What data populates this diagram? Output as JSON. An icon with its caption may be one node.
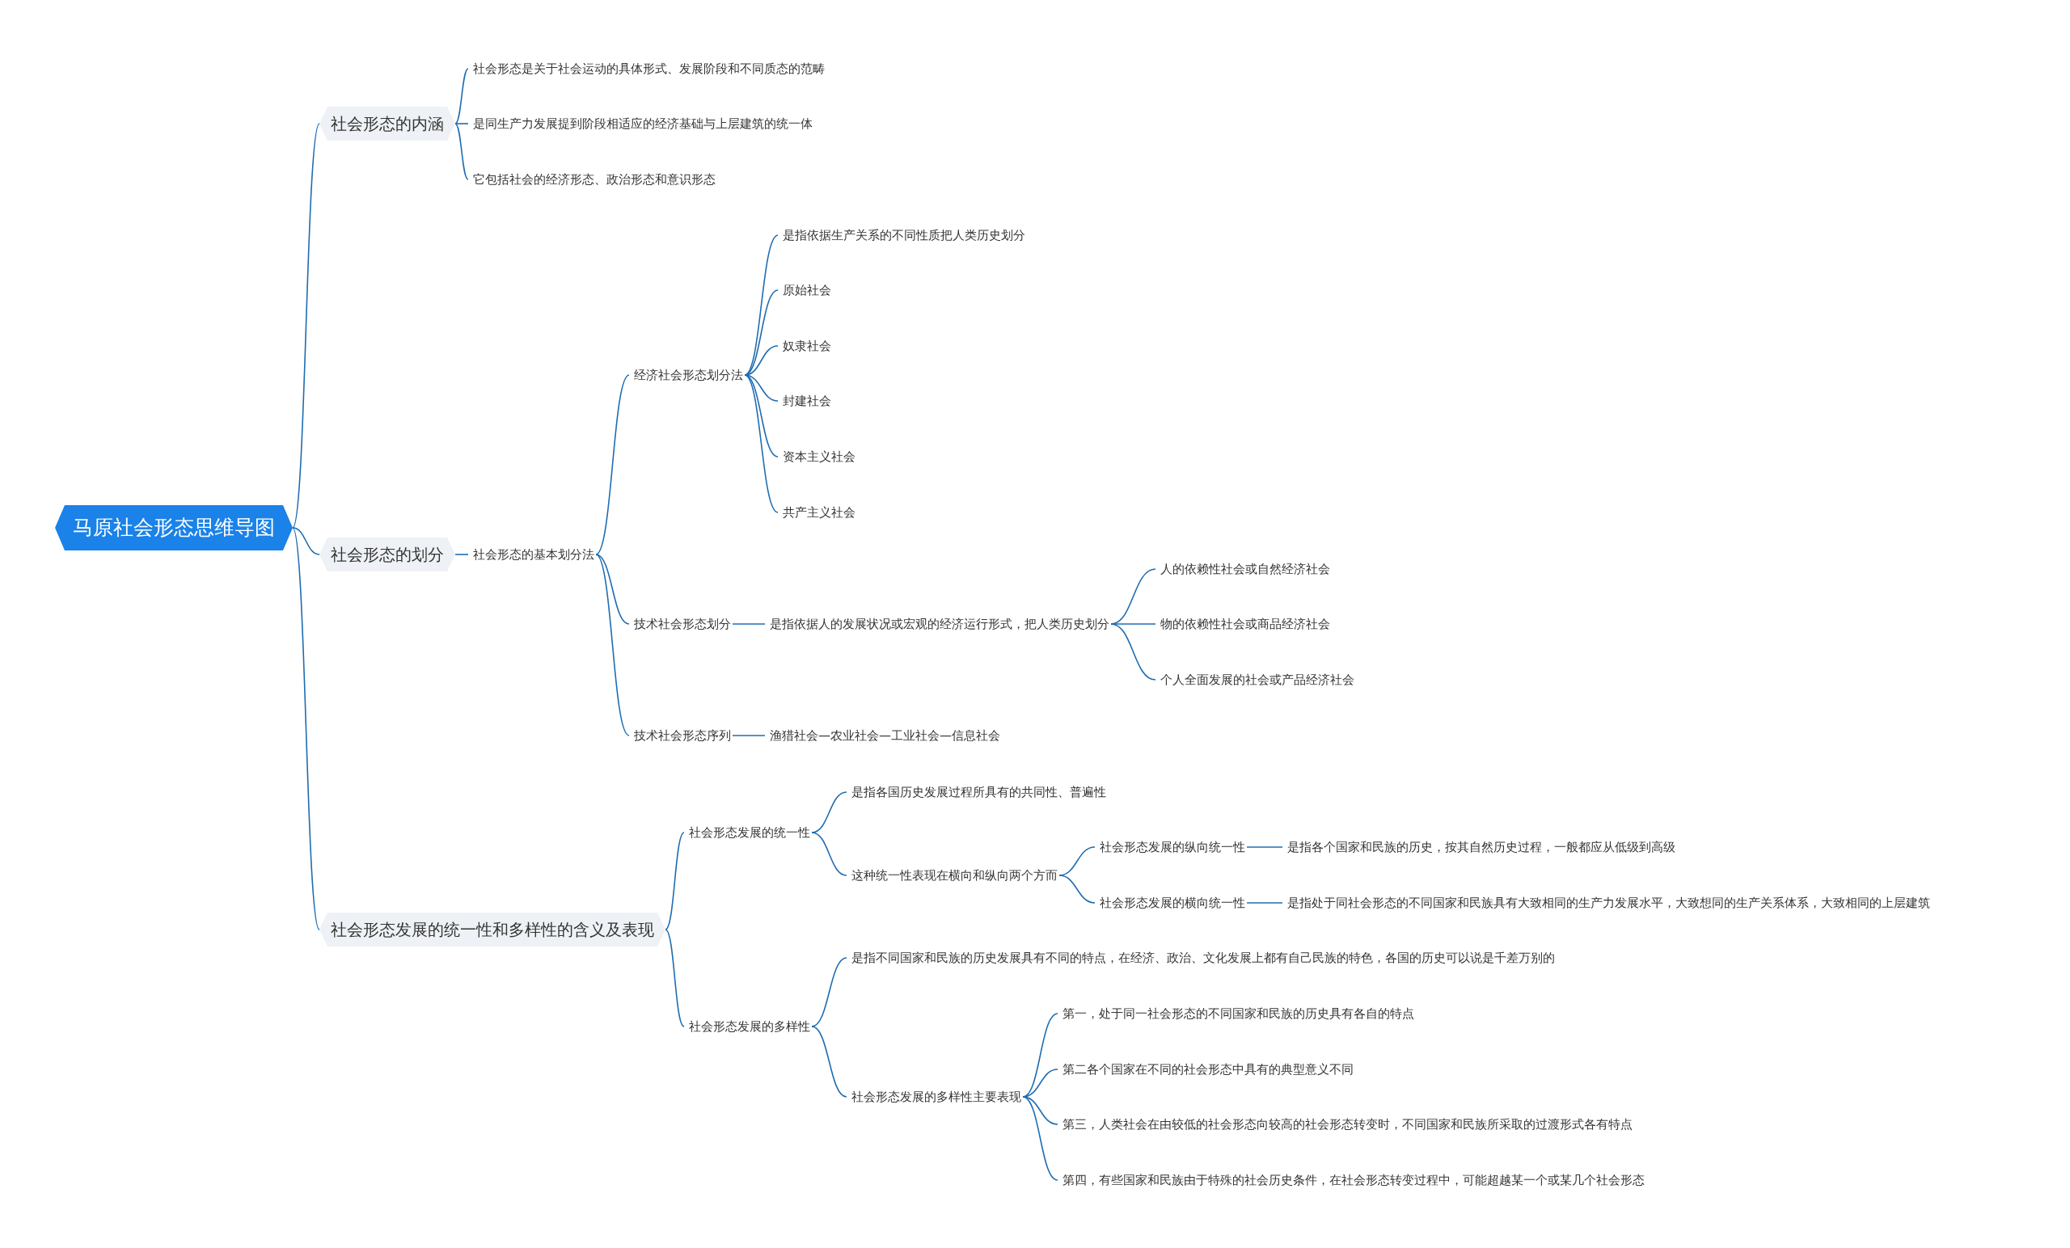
{
  "diagram": {
    "nodes": [
      {
        "text": [
          "马原社会形态思维导图"
        ]
      },
      {
        "text": [
          "社会形态的内涵"
        ]
      },
      {
        "text": [
          "社会形态是关于社会运动的具体形式、发展阶段和不同质态的范畴"
        ]
      },
      {
        "text": [
          "是同生产力发展提到阶段相适应的经济基础与上层建筑的统一体"
        ]
      },
      {
        "text": [
          "它包括社会的经济形态、政治形态和意识形态"
        ]
      },
      {
        "text": [
          "社会形态的划分"
        ]
      },
      {
        "text": [
          "社会形态的基本划分法"
        ]
      },
      {
        "text": [
          "经济社会形态划分法"
        ]
      },
      {
        "text": [
          "是指依据生产关系的不同性质把人类历史划分"
        ]
      },
      {
        "text": [
          "原始社会"
        ]
      },
      {
        "text": [
          "奴隶社会"
        ]
      },
      {
        "text": [
          "封建社会"
        ]
      },
      {
        "text": [
          "资本主义社会"
        ]
      },
      {
        "text": [
          "共产主义社会"
        ]
      },
      {
        "text": [
          "技术社会形态划分"
        ]
      },
      {
        "text": [
          "是指依据人的发展状况或宏观的经济运行形式，把人类历史划分"
        ]
      },
      {
        "text": [
          "人的依赖性社会或自然经济社会"
        ]
      },
      {
        "text": [
          "物的依赖性社会或商品经济社会"
        ]
      },
      {
        "text": [
          "个人全面发展的社会或产品经济社会"
        ]
      },
      {
        "text": [
          "技术社会形态序列"
        ]
      },
      {
        "text": [
          "渔猎社会—农业社会—工业社会—信息社会"
        ]
      },
      {
        "text": [
          "社会形态发展的统一性和多样性的含义及表现"
        ]
      },
      {
        "text": [
          "社会形态发展的统一性"
        ]
      },
      {
        "text": [
          "是指各国历史发展过程所具有的共同性、普遍性"
        ]
      },
      {
        "text": [
          "这种统一性表现在横向和纵向两个方而"
        ]
      },
      {
        "text": [
          "社会形态发展的纵向统一性"
        ]
      },
      {
        "text": [
          "是指各个国家和民族的历史，按其自然历史过程，一般都应从低级到高级"
        ]
      },
      {
        "text": [
          "社会形态发展的横向统一性"
        ]
      },
      {
        "text": [
          "是指处于同社会形态的不同国家和民族具有大致相同的生产力发展水平，大致想同的生产关系体系，大致相同的上层建筑"
        ]
      },
      {
        "text": [
          "社会形态发展的多样性"
        ]
      },
      {
        "text": [
          "是指不同国家和民族的历史发展具有不同的特点，在经济、政治、文化发展上都有自己民族的特色，各国的历史可以说是千差万别的"
        ]
      },
      {
        "text": [
          "社会形态发展的多样性主要表现"
        ]
      },
      {
        "text": [
          "第一，处于同一社会形态的不同国家和民族的历史具有各自的特点"
        ]
      },
      {
        "text": [
          "第二各个国家在不同的社会形态中具有的典型意义不同"
        ]
      },
      {
        "text": [
          "第三，人类社会在由较低的社会形态向较高的社会形态转变时，不同国家和民族所采取的过渡形式各有特点"
        ]
      },
      {
        "text": [
          "第四，有些国家和民族由于特殊的社会历史条件，在社会形态转变过程中，可能超越某一个或某几个社会形态"
        ]
      }
    ],
    "edges": [
      {
        "from": 0,
        "to": 1,
        "arrow": "none"
      },
      {
        "from": 1,
        "to": 2,
        "arrow": "none"
      },
      {
        "from": 1,
        "to": 3,
        "arrow": "none"
      },
      {
        "from": 1,
        "to": 4,
        "arrow": "none"
      },
      {
        "from": 0,
        "to": 5,
        "arrow": "none"
      },
      {
        "from": 5,
        "to": 6,
        "arrow": "none"
      },
      {
        "from": 6,
        "to": 7,
        "arrow": "none"
      },
      {
        "from": 7,
        "to": 8,
        "arrow": "none"
      },
      {
        "from": 7,
        "to": 9,
        "arrow": "none"
      },
      {
        "from": 7,
        "to": 10,
        "arrow": "none"
      },
      {
        "from": 7,
        "to": 11,
        "arrow": "none"
      },
      {
        "from": 7,
        "to": 12,
        "arrow": "none"
      },
      {
        "from": 7,
        "to": 13,
        "arrow": "none"
      },
      {
        "from": 6,
        "to": 14,
        "arrow": "none"
      },
      {
        "from": 14,
        "to": 15,
        "arrow": "none"
      },
      {
        "from": 15,
        "to": 16,
        "arrow": "none"
      },
      {
        "from": 15,
        "to": 17,
        "arrow": "none"
      },
      {
        "from": 15,
        "to": 18,
        "arrow": "none"
      },
      {
        "from": 6,
        "to": 19,
        "arrow": "none"
      },
      {
        "from": 19,
        "to": 20,
        "arrow": "none"
      },
      {
        "from": 0,
        "to": 21,
        "arrow": "none"
      },
      {
        "from": 21,
        "to": 22,
        "arrow": "none"
      },
      {
        "from": 22,
        "to": 23,
        "arrow": "none"
      },
      {
        "from": 22,
        "to": 24,
        "arrow": "none"
      },
      {
        "from": 24,
        "to": 25,
        "arrow": "none"
      },
      {
        "from": 25,
        "to": 26,
        "arrow": "none"
      },
      {
        "from": 24,
        "to": 27,
        "arrow": "none"
      },
      {
        "from": 27,
        "to": 28,
        "arrow": "none"
      },
      {
        "from": 21,
        "to": 29,
        "arrow": "none"
      },
      {
        "from": 29,
        "to": 30,
        "arrow": "none"
      },
      {
        "from": 29,
        "to": 31,
        "arrow": "none"
      },
      {
        "from": 31,
        "to": 32,
        "arrow": "none"
      },
      {
        "from": 31,
        "to": 33,
        "arrow": "none"
      },
      {
        "from": 31,
        "to": 34,
        "arrow": "none"
      },
      {
        "from": 31,
        "to": 35,
        "arrow": "none"
      }
    ]
  }
}
